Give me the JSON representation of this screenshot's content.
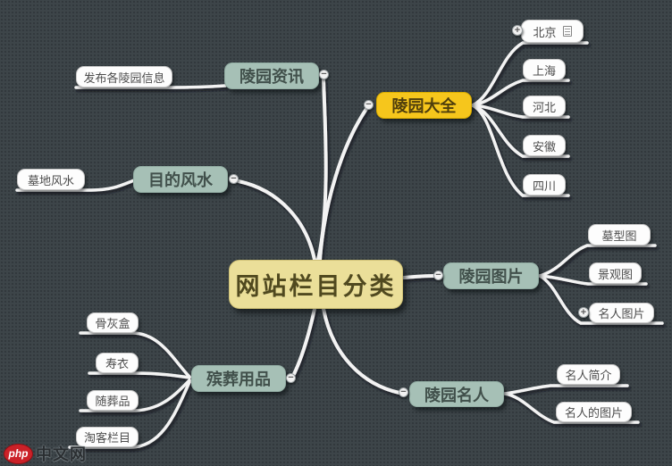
{
  "root": {
    "label": "网站栏目分类"
  },
  "branches": [
    {
      "label": "陵园资讯",
      "badge": "minus",
      "children": [
        {
          "label": "发布各陵园信息"
        }
      ]
    },
    {
      "label": "陵园大全",
      "badge": "minus",
      "children": [
        {
          "label": "北京",
          "badge": "plus",
          "note_icon": "note-icon"
        },
        {
          "label": "上海"
        },
        {
          "label": "河北"
        },
        {
          "label": "安徽"
        },
        {
          "label": "四川"
        }
      ]
    },
    {
      "label": "目的风水",
      "badge": "minus",
      "children": [
        {
          "label": "墓地风水"
        }
      ]
    },
    {
      "label": "陵园图片",
      "badge": "minus",
      "children": [
        {
          "label": "墓型图"
        },
        {
          "label": "景观图"
        },
        {
          "label": "名人图片",
          "badge": "plus"
        }
      ]
    },
    {
      "label": "殡葬用品",
      "badge": "minus",
      "children": [
        {
          "label": "骨灰盒"
        },
        {
          "label": "寿衣"
        },
        {
          "label": "随葬品"
        },
        {
          "label": "淘客栏目"
        }
      ]
    },
    {
      "label": "陵园名人",
      "badge": "minus",
      "children": [
        {
          "label": "名人简介"
        },
        {
          "label": "名人的图片"
        }
      ]
    }
  ],
  "glyphs": {
    "minus": "−",
    "plus": "+"
  },
  "watermark": {
    "logo": "php",
    "site": "中文网"
  },
  "colors": {
    "background": "#3d4549",
    "dot": "#31383c",
    "root_fill": "#ebdf99",
    "root_text": "#50491f",
    "topic_teal": "#a6c0b6",
    "topic_teal_text": "#41504b",
    "topic_yellow": "#f6c61c",
    "topic_yellow_text": "#4f3e0c",
    "leaf_fill": "#fdfdfd",
    "leaf_border": "#c6c6c6",
    "leaf_text": "#4d4d4d",
    "line": "#f3f3f3",
    "badge_fill": "#f2f2f2",
    "logo_red": "#cb2128",
    "site_text": "#2a2e31"
  }
}
